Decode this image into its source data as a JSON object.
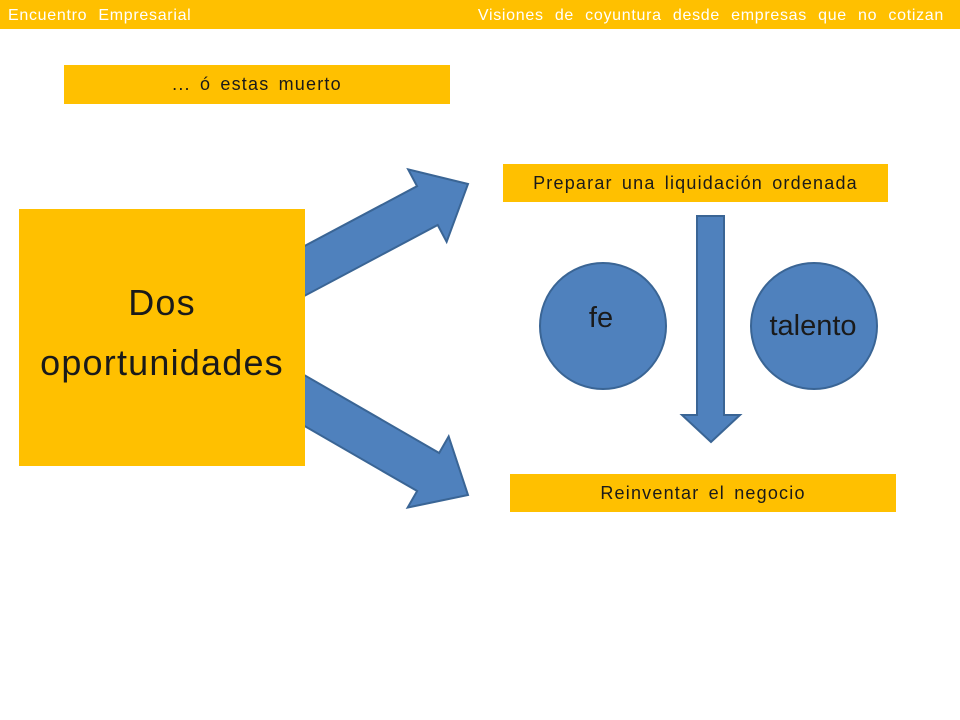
{
  "header": {
    "left_title": "Encuentro Empresarial",
    "right_title": "Visiones de coyuntura desde empresas que no cotizan"
  },
  "subtitle": "... ó estas muerto",
  "main_box": {
    "line1": "Dos",
    "line2": "oportunidades"
  },
  "outcomes": [
    {
      "label": "Preparar una liquidación ordenada"
    },
    {
      "label": "Reinventar el negocio"
    }
  ],
  "circles": [
    {
      "label": "fe"
    },
    {
      "label": "talento"
    }
  ],
  "colors": {
    "accent": "#FFC000",
    "shape_fill": "#4F81BD",
    "shape_stroke": "#3A6595",
    "text_dark": "#1A1A1A",
    "header_text": "#FFFFFF"
  }
}
